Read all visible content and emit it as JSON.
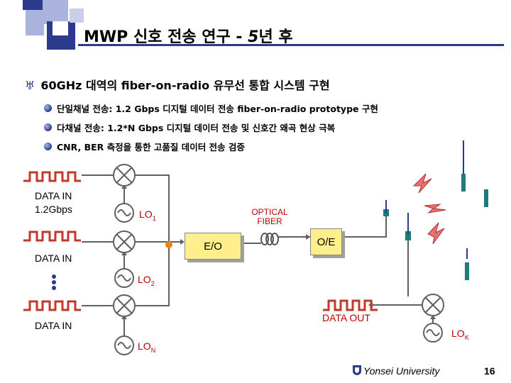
{
  "slide": {
    "title_prefix": "MWP 신호 전송 연구 - ",
    "title_num": "5",
    "title_suffix": "년 후",
    "main_bullet": "60GHz 대역의 fiber-on-radio 유무선 통합 시스템 구현",
    "sub_bullets": [
      "단일채널 전송: 1.2 Gbps 디지털 데이터 전송 fiber-on-radio prototype 구현",
      "다채널 전송: 1.2*N Gbps 디지털 데이터 전송 및 신호간 왜곡 현상 극복",
      "CNR, BER 측정을 통한 고품질 데이터 전송 검증"
    ],
    "footer": "Yonsei University",
    "page_number": "16"
  },
  "diagram": {
    "data_in_1": "DATA IN",
    "data_in_1_rate": "1.2Gbps",
    "data_in_2": "DATA IN",
    "data_in_3": "DATA IN",
    "lo1": "LO",
    "lo1_sub": "1",
    "lo2": "LO",
    "lo2_sub": "2",
    "lon": "LO",
    "lon_sub": "N",
    "lok": "LO",
    "lok_sub": "K",
    "eo": "E/O",
    "oe": "O/E",
    "optical_fiber_line1": "OPTICAL",
    "optical_fiber_line2": "FIBER",
    "data_out": "DATA OUT"
  },
  "colors": {
    "accent_blue": "#2b3a8c",
    "signal_red": "#c0392b",
    "box_yellow": "#ffef8a",
    "wire": "#606060",
    "antenna": "#1f7a7a"
  }
}
